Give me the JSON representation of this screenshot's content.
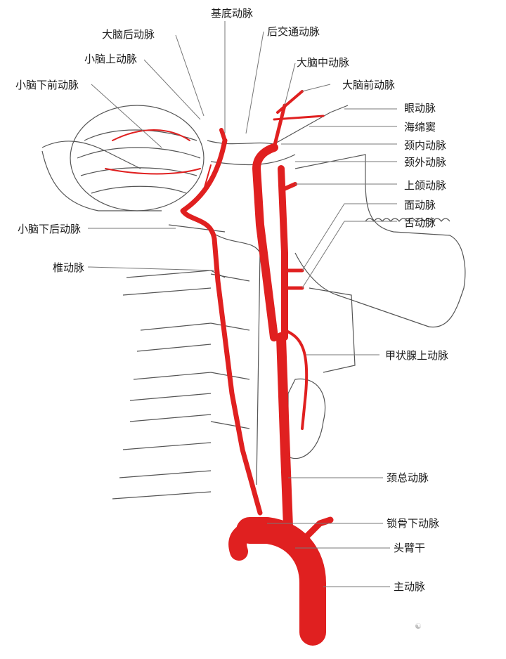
{
  "labels": {
    "basilar": "基底动脉",
    "pca": "大脑后动脉",
    "pcom": "后交通动脉",
    "sca": "小脑上动脉",
    "mca": "大脑中动脉",
    "aica": "小脑下前动脉",
    "aca": "大脑前动脉",
    "ophthalmic": "眼动脉",
    "cavernous": "海绵窦",
    "ica": "颈内动脉",
    "eca": "颈外动脉",
    "maxillary": "上颌动脉",
    "facial": "面动脉",
    "pica": "小脑下后动脉",
    "lingual": "舌动脉",
    "vertebral": "椎动脉",
    "sup_thyroid": "甲状腺上动脉",
    "common_carotid": "颈总动脉",
    "subclavian": "锁骨下动脉",
    "brachiocephalic": "头臂干",
    "aorta": "主动脉"
  },
  "colors": {
    "artery": "#e02020",
    "bone_line": "#555555",
    "leader": "#777777"
  }
}
